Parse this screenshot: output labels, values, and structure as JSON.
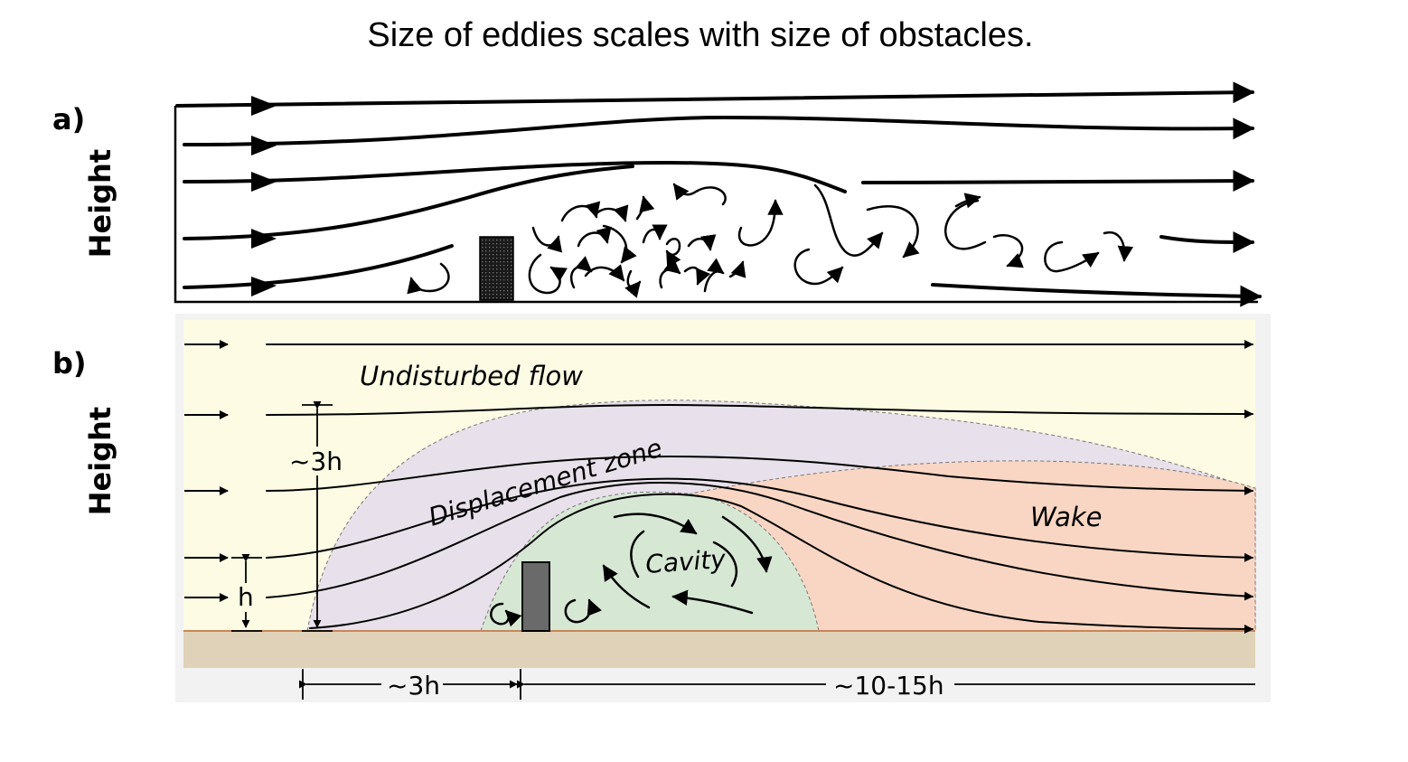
{
  "title": "Size of eddies scales with size of obstacles.",
  "panel_a": {
    "label": "a)",
    "axis_label": "Height"
  },
  "panel_b": {
    "label": "b)",
    "axis_label": "Height",
    "zones": {
      "undisturbed": "Undisturbed flow",
      "displacement": "Displacement zone",
      "wake": "Wake",
      "cavity": "Cavity"
    },
    "dimensions": {
      "height_3h": "~3h",
      "height_h": "h",
      "upstream": "~3h",
      "downstream": "~10-15h"
    }
  },
  "colors": {
    "undisturbed": "#fdfbe3",
    "displacement": "#e8e0ea",
    "wake": "#f8d6c3",
    "cavity": "#d6e8d4",
    "ground": "#e0d2b8",
    "building": "#6a6a6a"
  }
}
